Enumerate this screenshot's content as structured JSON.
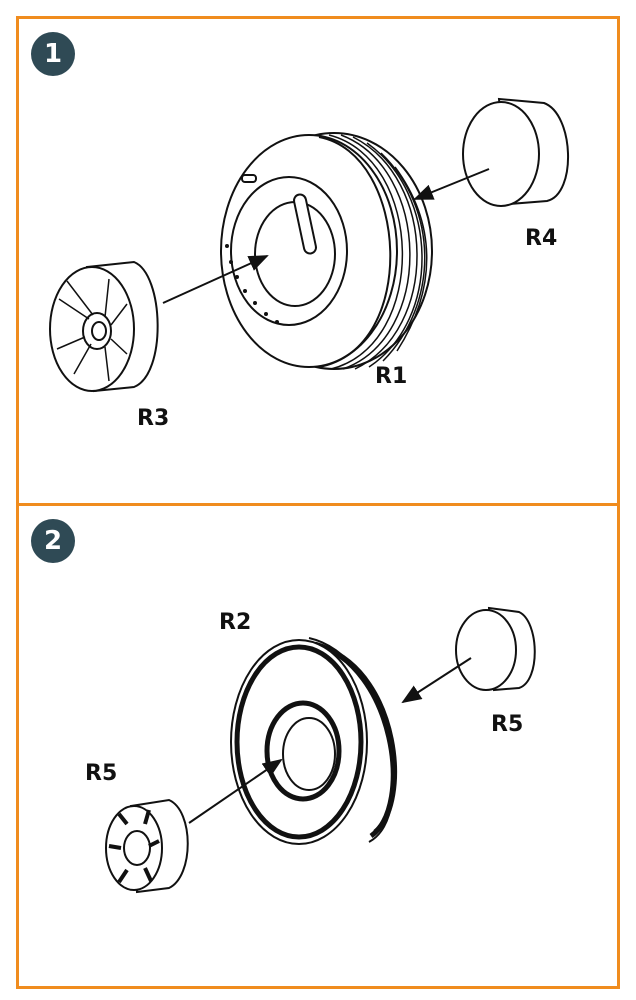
{
  "steps": [
    {
      "number": "1",
      "labels": {
        "r1": "R1",
        "r3": "R3",
        "r4": "R4"
      }
    },
    {
      "number": "2",
      "labels": {
        "r2": "R2",
        "r5_right": "R5",
        "r5_left": "R5"
      }
    }
  ],
  "colors": {
    "frame": "#f08c1e",
    "badge": "#2f4a55",
    "line": "#111111"
  }
}
